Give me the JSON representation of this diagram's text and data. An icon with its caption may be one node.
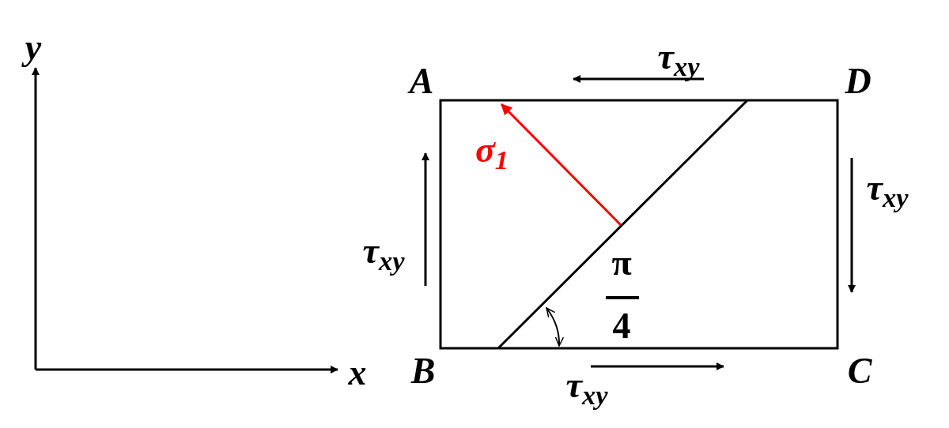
{
  "diagram": {
    "labels": [
      "y",
      "τ$_{xy}$",
      "A",
      "D",
      "σ$_{1}$",
      "τ$_{xy}$",
      "τ$_{xy}$",
      "π",
      "4",
      "x",
      "B",
      "C",
      "τ$_{xy}$"
    ]
  }
}
